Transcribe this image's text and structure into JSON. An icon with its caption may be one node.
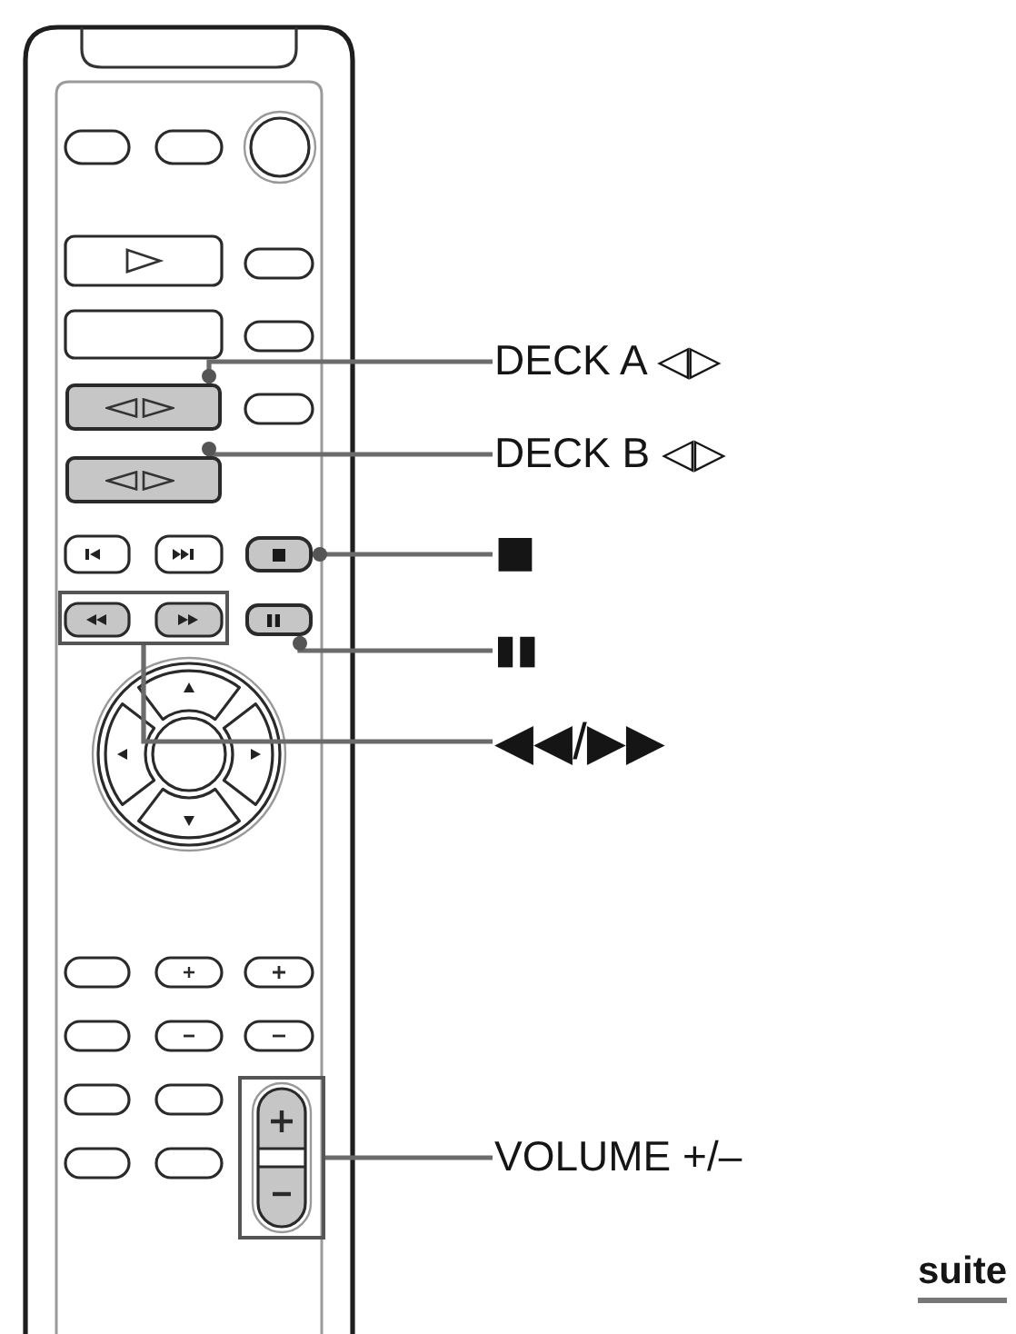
{
  "diagram": {
    "nodes": [
      {
        "text": [
          "DECK A ◁▷"
        ]
      },
      {
        "text": [],
        "shape": "box"
      },
      {
        "text": [
          "DECK B ◁▷"
        ]
      },
      {
        "text": [],
        "shape": "box"
      },
      {
        "text": [
          "■"
        ]
      },
      {
        "text": [],
        "shape": "box"
      },
      {
        "text": [
          "▮▮"
        ]
      },
      {
        "text": [],
        "shape": "box"
      },
      {
        "text": [
          "◀◀/▶▶"
        ]
      },
      {
        "text": [],
        "shape": "box"
      },
      {
        "text": [
          "VOLUME +/–"
        ]
      },
      {
        "text": [],
        "shape": "box"
      }
    ],
    "edges": [
      {
        "from": 0,
        "to": 1,
        "arrow": "other"
      },
      {
        "from": 2,
        "to": 3,
        "arrow": "other"
      },
      {
        "from": 4,
        "to": 5,
        "arrow": "other"
      },
      {
        "from": 6,
        "to": 7,
        "arrow": "other"
      },
      {
        "from": 8,
        "to": 9,
        "arrow": "none"
      },
      {
        "from": 10,
        "to": 11,
        "arrow": "none"
      }
    ],
    "labels": [
      "suite"
    ]
  }
}
